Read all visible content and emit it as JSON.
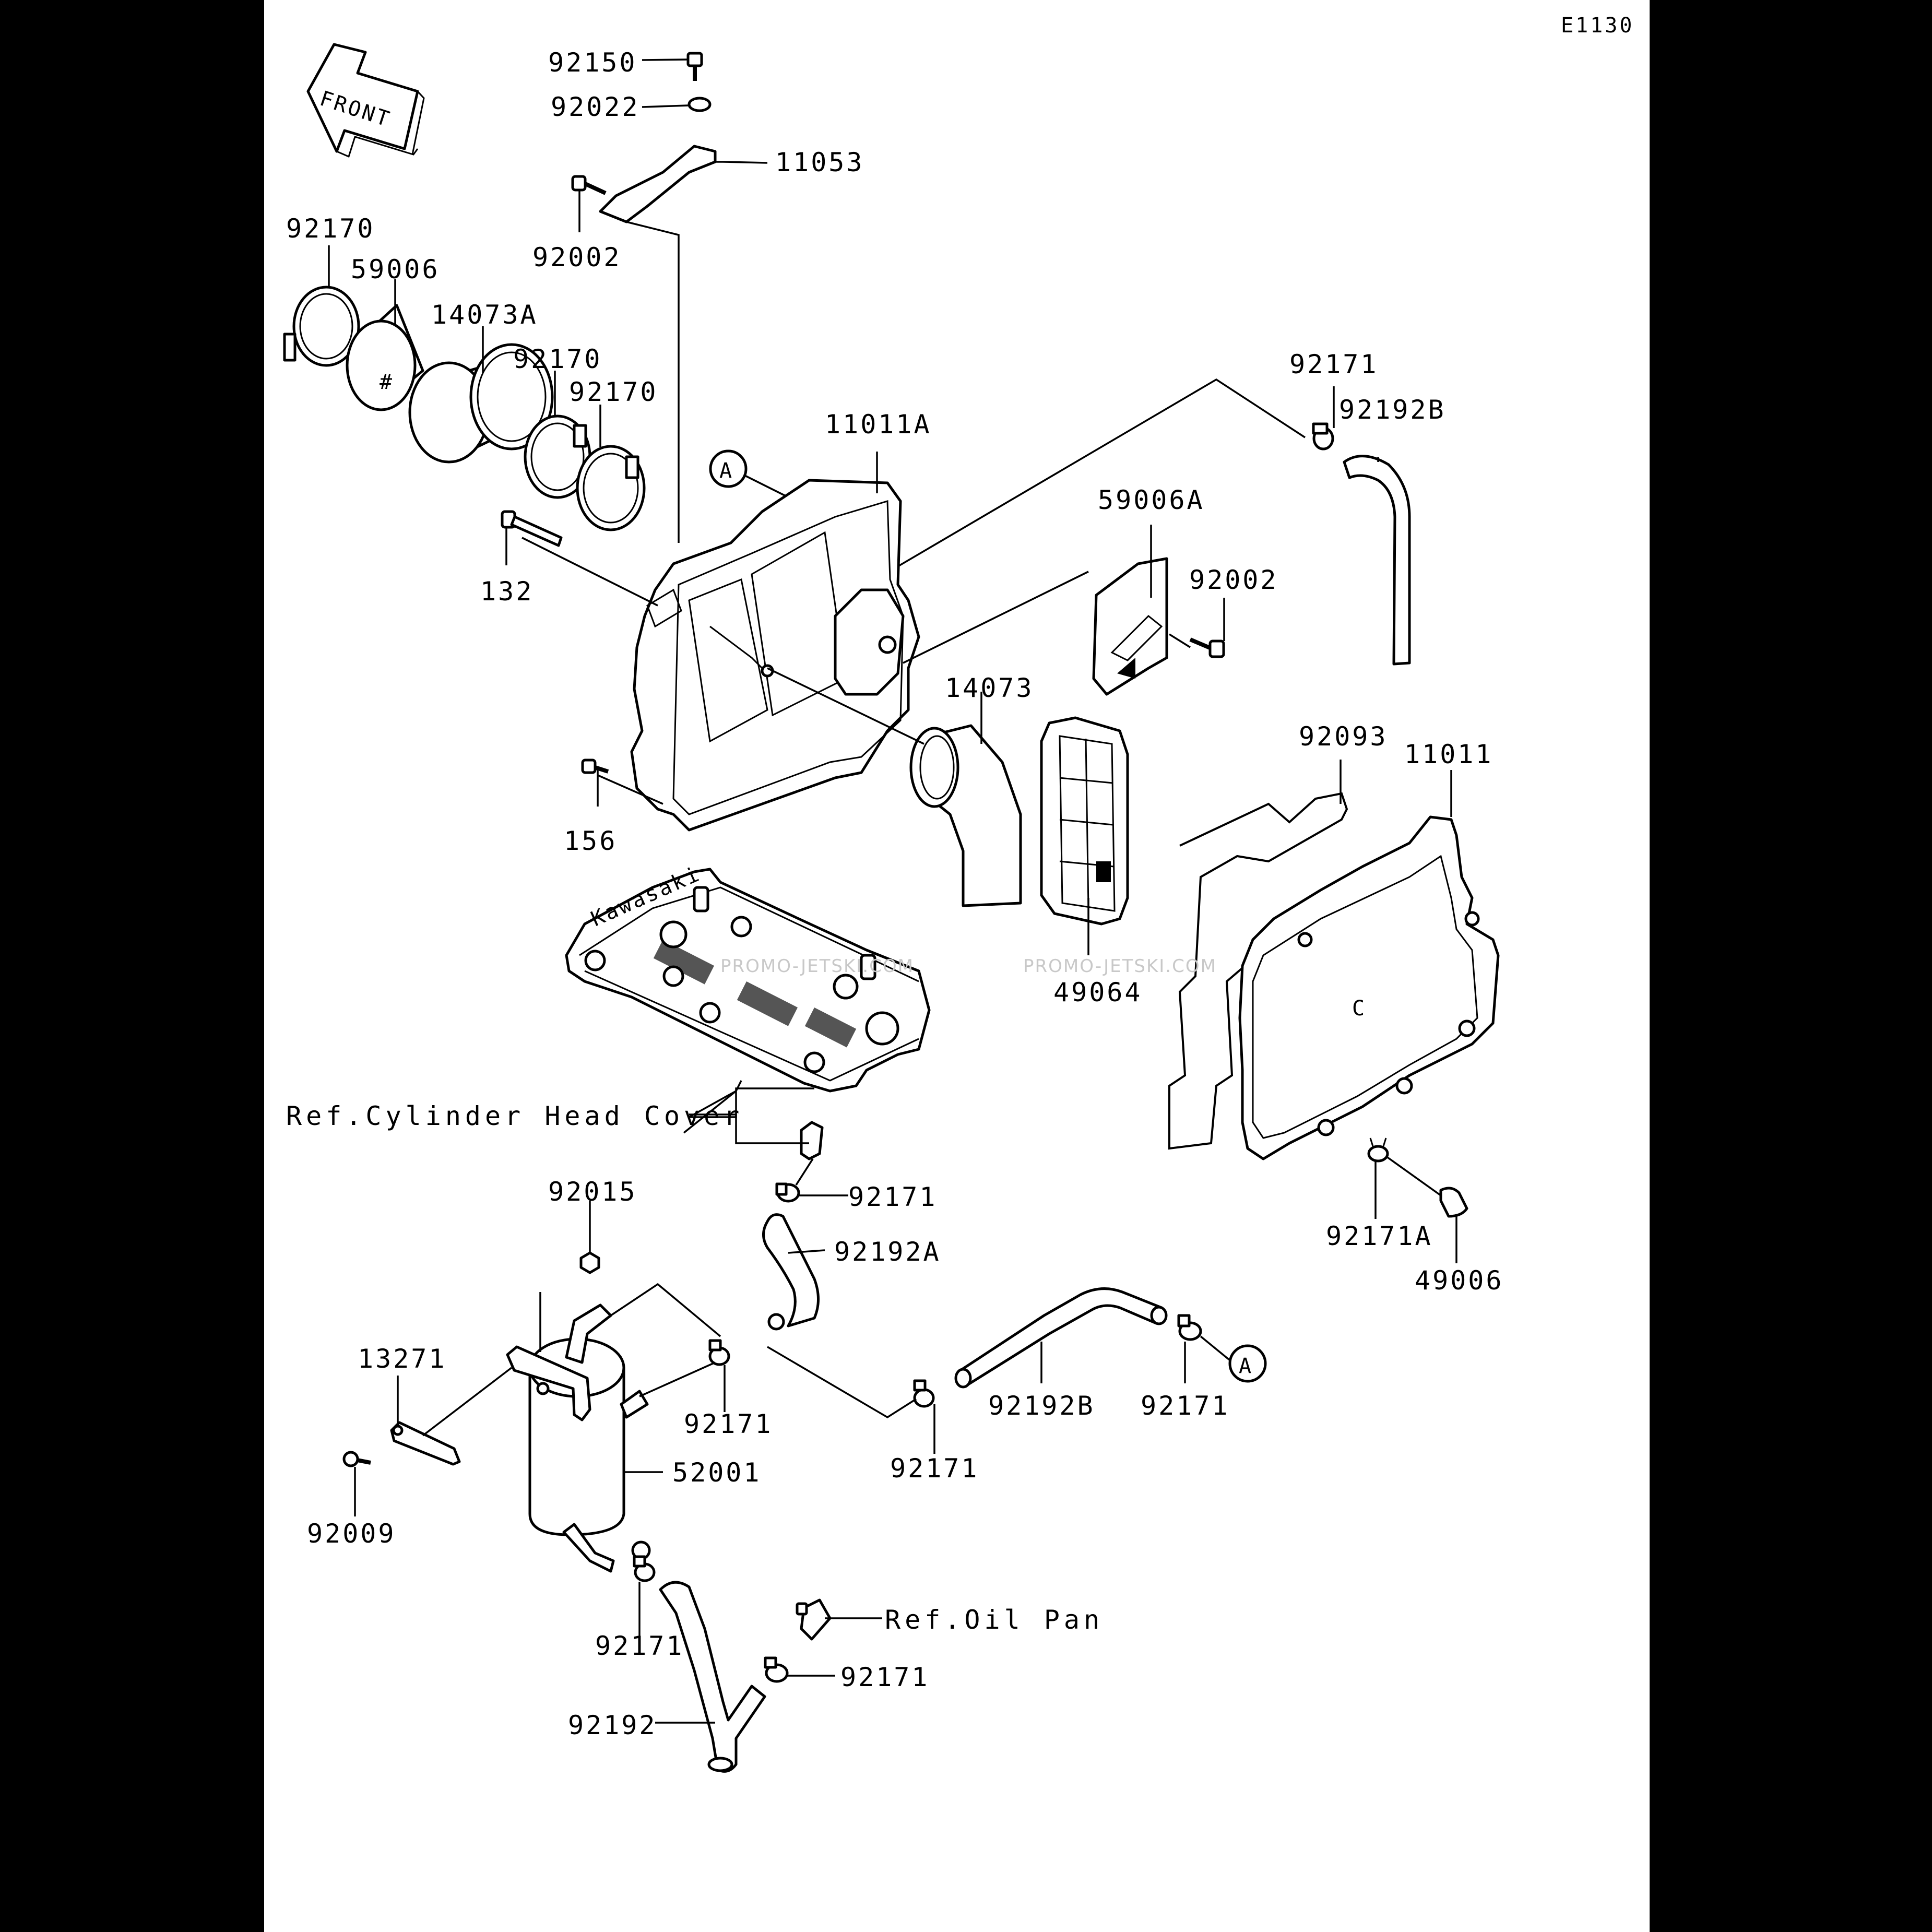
{
  "diagram_id": "E1130",
  "front_label": "FRONT",
  "callout_letter": "A",
  "watermark": "PROMO-JETSKI.COM",
  "housing_marking": "C",
  "cover_brand": "Kawasaki",
  "labels": {
    "p92150": "92150",
    "p92022": "92022",
    "p11053": "11053",
    "p92002_top": "92002",
    "p92170_a": "92170",
    "p59006": "59006",
    "p14073A": "14073A",
    "p92170_b": "92170",
    "p92170_c": "92170",
    "p11011A": "11011A",
    "p132": "132",
    "p92171_top": "92171",
    "p92192B_top": "92192B",
    "p59006A": "59006A",
    "p92002_right": "92002",
    "p14073": "14073",
    "p92093": "92093",
    "p11011": "11011",
    "p156": "156",
    "p49064": "49064",
    "ref_cylinder_head_cover": "Ref.Cylinder Head Cover",
    "p92171_mid": "92171",
    "p92192A": "92192A",
    "p92015": "92015",
    "p92171A": "92171A",
    "p49006": "49006",
    "p13271": "13271",
    "p92171_b1": "92171",
    "p92171_b2": "92171",
    "p92192B_bottom": "92192B",
    "p92171_b3": "92171",
    "p52001": "52001",
    "p92009": "92009",
    "p92171_b4": "92171",
    "ref_oil_pan": "Ref.Oil Pan",
    "p92171_b5": "92171",
    "p92192": "92192"
  }
}
